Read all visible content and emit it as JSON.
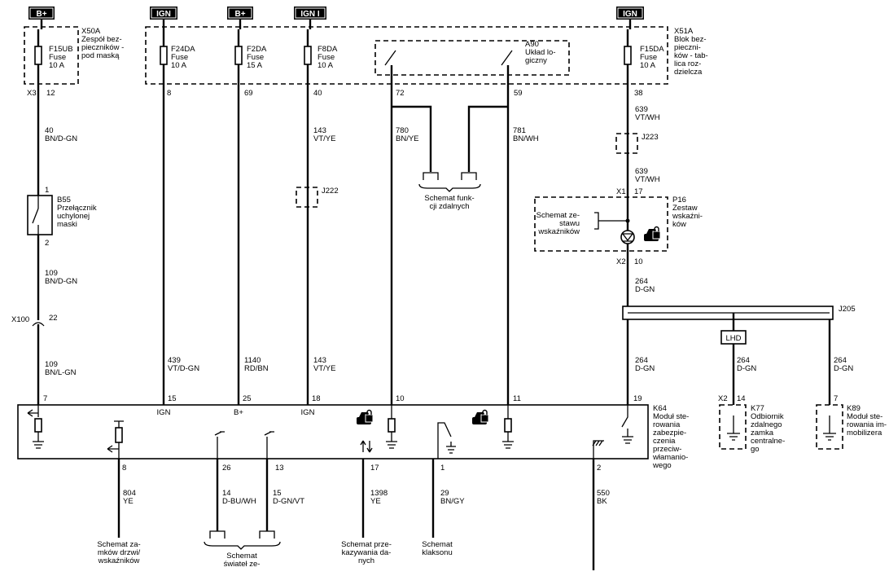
{
  "sources": {
    "b1": "B+",
    "ign1": "IGN",
    "b2": "B+",
    "ign_i": "IGN I",
    "ign2": "IGN"
  },
  "fuse_block_left": {
    "title_lines": [
      "X50A",
      "Zespół bez-",
      "pieczników -",
      "pod maską"
    ],
    "fuse_name": "F15UB",
    "fuse_type": "Fuse",
    "fuse_rating": "10 A",
    "connector": "X3",
    "pin": "12"
  },
  "fuse_block_right": {
    "title_lines": [
      "X51A",
      "Blok bez-",
      "pieczni-",
      "ków - tab-",
      "lica roz-",
      "dzielcza"
    ],
    "fuses": [
      {
        "name": "F24DA",
        "type": "Fuse",
        "rating": "10 A",
        "pin": "8"
      },
      {
        "name": "F2DA",
        "type": "Fuse",
        "rating": "15 A",
        "pin": "69"
      },
      {
        "name": "F8DA",
        "type": "Fuse",
        "rating": "10 A",
        "pin": "40"
      },
      {
        "name": "F15DA",
        "type": "Fuse",
        "rating": "10 A",
        "pin": "38"
      }
    ]
  },
  "a90": {
    "title_lines": [
      "A90",
      "Układ lo-",
      "giczny"
    ],
    "pin_left": "72",
    "pin_right": "59"
  },
  "wires": {
    "w40": {
      "num": "40",
      "color": "BN/D-GN"
    },
    "w143a": {
      "num": "143",
      "color": "VT/YE"
    },
    "w780": {
      "num": "780",
      "color": "BN/YE"
    },
    "w781": {
      "num": "781",
      "color": "BN/WH"
    },
    "w639a": {
      "num": "639",
      "color": "VT/WH"
    },
    "w639b": {
      "num": "639",
      "color": "VT/WH"
    },
    "w109a": {
      "num": "109",
      "color": "BN/D-GN"
    },
    "w109b": {
      "num": "109",
      "color": "BN/L-GN"
    },
    "w439": {
      "num": "439",
      "color": "VT/D-GN"
    },
    "w1140": {
      "num": "1140",
      "color": "RD/BN"
    },
    "w143b": {
      "num": "143",
      "color": "VT/YE"
    },
    "w264a": {
      "num": "264",
      "color": "D-GN"
    },
    "w264b": {
      "num": "264",
      "color": "D-GN"
    },
    "w264c": {
      "num": "264",
      "color": "D-GN"
    },
    "w264d": {
      "num": "264",
      "color": "D-GN"
    },
    "w804": {
      "num": "804",
      "color": "YE"
    },
    "w14": {
      "num": "14",
      "color": "D-BU/WH"
    },
    "w15": {
      "num": "15",
      "color": "D-GN/VT"
    },
    "w1398": {
      "num": "1398",
      "color": "YE"
    },
    "w29": {
      "num": "29",
      "color": "BN/GY"
    },
    "w550": {
      "num": "550",
      "color": "BK"
    }
  },
  "splices": {
    "j222": "J222",
    "j223": "J223",
    "j205": "J205"
  },
  "b55": {
    "pin_top": "1",
    "pin_bottom": "2",
    "title_lines": [
      "B55",
      "Przełącznik",
      "uchylonej",
      "maski"
    ]
  },
  "x100": {
    "name": "X100",
    "pin": "22"
  },
  "remote_ref": {
    "lines": [
      "Schemat funk-",
      "cji zdalnych"
    ]
  },
  "p16": {
    "title_lines": [
      "P16",
      "Zestaw",
      "wskaźni-",
      "ków"
    ],
    "ref_lines": [
      "Schemat ze-",
      "stawu",
      "wskaźników"
    ],
    "conn_top": "X1",
    "pin_top": "17",
    "conn_bottom": "X2",
    "pin_bottom": "10"
  },
  "lhd": "LHD",
  "k64": {
    "title_lines": [
      "K64",
      "Moduł ste-",
      "rowania",
      "zabezpie-",
      "czenia",
      "przeciw-",
      "włamanio-",
      "wego"
    ],
    "top_pins": [
      "7",
      "15",
      "25",
      "18",
      "10",
      "11",
      "19"
    ],
    "inner_labels": [
      "IGN",
      "B+",
      "IGN"
    ],
    "bottom_pins": [
      "8",
      "26",
      "13",
      "17",
      "1",
      "2"
    ]
  },
  "k77": {
    "conn": "X2",
    "pin": "14",
    "title_lines": [
      "K77",
      "Odbiornik",
      "zdalnego",
      "zamka",
      "centralne-",
      "go"
    ]
  },
  "k89": {
    "pin": "7",
    "title_lines": [
      "K89",
      "Moduł ste-",
      "rowania im-",
      "mobilizera"
    ]
  },
  "bottom_refs": {
    "locks": [
      "Schemat za-",
      "mków drzwi/",
      "wskaźników"
    ],
    "lights": [
      "Schemat",
      "świateł ze-"
    ],
    "data": [
      "Schemat prze-",
      "kazywania da-",
      "nych"
    ],
    "horn": [
      "Schemat",
      "klaksonu"
    ]
  }
}
